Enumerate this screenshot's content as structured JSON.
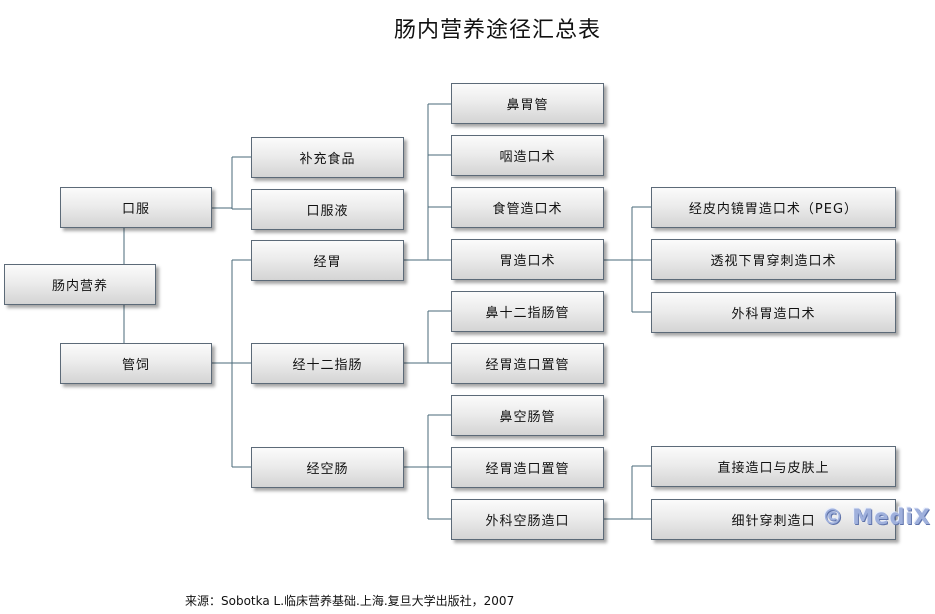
{
  "title": "肠内营养途径汇总表",
  "nodes": {
    "root": "肠内营养",
    "oral": "口服",
    "tube": "管饲",
    "supplement_food": "补充食品",
    "oral_liquid": "口服液",
    "gastric": "经胃",
    "duodenal": "经十二指肠",
    "jejunal": "经空肠",
    "nasogastric": "鼻胃管",
    "pharyngostomy": "咽造口术",
    "esophagostomy": "食管造口术",
    "gastrostomy": "胃造口术",
    "nasoduodenal": "鼻十二指肠管",
    "gastro_duodenal_tube": "经胃造口置管",
    "nasojejunal": "鼻空肠管",
    "gastro_jejunal_tube": "经胃造口置管",
    "surgical_jejunostomy": "外科空肠造口",
    "peg": "经皮内镜胃造口术（PEG）",
    "fluoro_gastrostomy": "透视下胃穿刺造口术",
    "surgical_gastrostomy": "外科胃造口术",
    "direct_stoma": "直接造口与皮肤上",
    "needle_stoma": "细针穿刺造口"
  },
  "source": "来源：Sobotka L.临床营养基础.上海.复旦大学出版社，2007",
  "watermark": "© MediX",
  "colors": {
    "line": "#4a6a7a",
    "border": "#5c6a78"
  }
}
